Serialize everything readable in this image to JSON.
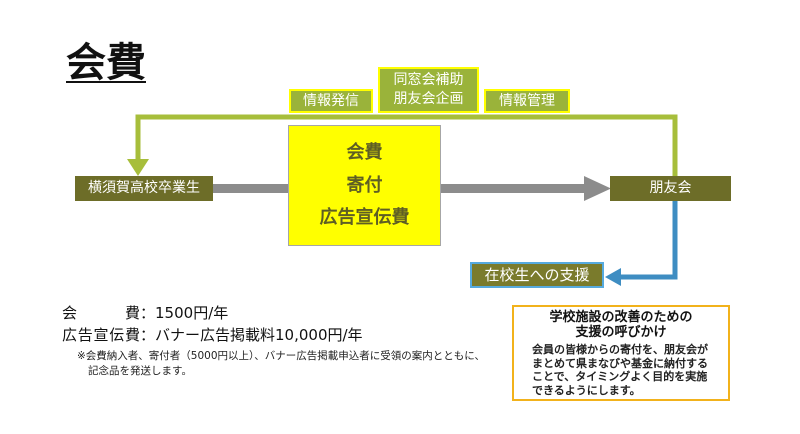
{
  "title": "会費",
  "flow": {
    "source": "横須賀高校卒業生",
    "target": "朋友会",
    "contributions": [
      "会費",
      "寄付",
      "広告宣伝費"
    ],
    "feedback_labels": {
      "left": "情報発信",
      "center_line1": "同窓会補助",
      "center_line2": "朋友会企画",
      "right": "情報管理"
    },
    "support": "在校生への支援"
  },
  "fees": [
    {
      "label": "会費",
      "separator": "：",
      "value": "1500円/年"
    },
    {
      "label": "広告宣伝費",
      "separator": "：",
      "value": "バナー広告掲載料10,000円/年"
    }
  ],
  "note": [
    "※会費納入者、寄付者（5000円以上）、バナー広告掲載申込者に受領の案内とともに、",
    "記念品を発送します。"
  ],
  "callout": {
    "heading": [
      "学校施設の改善のための",
      "支援の呼びかけ"
    ],
    "body": [
      "会員の皆様からの寄付を、朋友会が",
      "まとめて県まなびや基金に納付する",
      "ことで、タイミングよく目的を実施",
      "できるようにします。"
    ]
  },
  "colors": {
    "loop_line": "#a7be3b",
    "label_fill": "#9ab33a",
    "label_border": "#ffff00",
    "node_fill": "#6d6d28",
    "flow_arrow": "#8c8c8c",
    "highlight_fill": "#ffff00",
    "highlight_text": "#5e5e24",
    "support_line": "#3e8dc2",
    "support_fill": "#7a7b2c",
    "support_border": "#56aade",
    "callout_border": "#f2b21b"
  }
}
